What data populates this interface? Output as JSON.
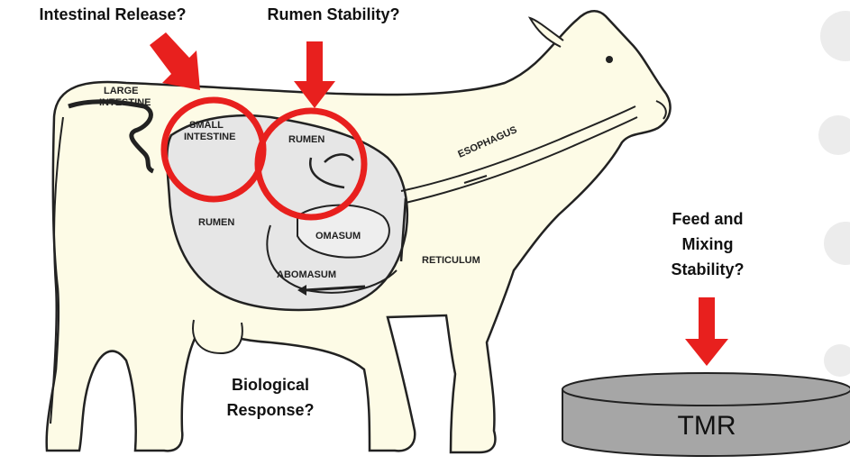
{
  "questions": {
    "intestinal": "Intestinal Release?",
    "rumen": "Rumen Stability?",
    "feed_line1": "Feed and",
    "feed_line2": "Mixing",
    "feed_line3": "Stability?",
    "bio_line1": "Biological",
    "bio_line2": "Response?"
  },
  "organs": {
    "large_intestine_1": "LARGE",
    "large_intestine_2": "INTESTINE",
    "small_intestine_1": "SMALL",
    "small_intestine_2": "INTESTINE",
    "rumen_upper": "RUMEN",
    "rumen_lower": "RUMEN",
    "esophagus": "ESOPHAGUS",
    "omasum": "OMASUM",
    "reticulum": "RETICULUM",
    "abomasum": "ABOMASUM"
  },
  "tmr_label": "TMR",
  "colors": {
    "accent_red": "#e8201e",
    "cow_fill": "#fdfbe6",
    "organ_fill": "#e6e6e6",
    "tmr_fill": "#a6a6a6",
    "outline": "#222222"
  }
}
